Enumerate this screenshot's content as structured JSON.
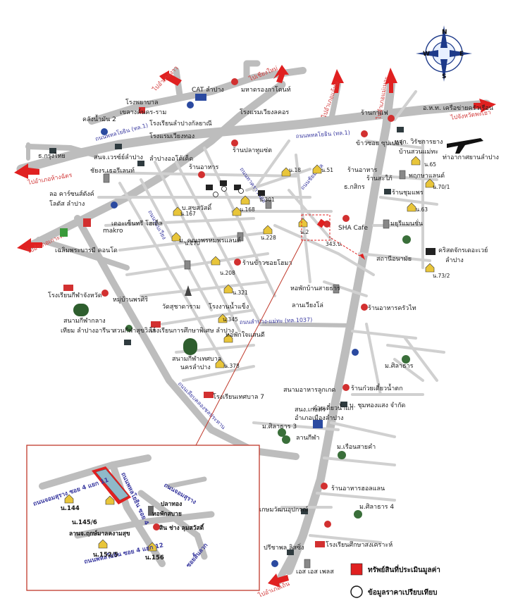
{
  "colors": {
    "road": "#bdbdbd",
    "road_minor": "#d0d0d0",
    "arrow": "#e02020",
    "subject": "#e02020",
    "inset_border": "#c0392b",
    "road_label": "#3a3aa0",
    "direction_label": "#d23a3a"
  },
  "compass": {
    "n": "N",
    "s": "S",
    "e": "E",
    "w": "W"
  },
  "directions": {
    "to_sop_prap": "ไปอำเภอสบปราบ",
    "to_thoen": "ไปอำเภอเถิน",
    "to_ngao": "ไปอำเภองาว",
    "to_chiang_mai": "ไปเชียงใหม่",
    "to_ko_kha": "ไปอำเภอเกาะคา",
    "to_hang_chat": "ไปอำเภอห้างฉัตร",
    "to_chae_hom": "ไปอำเภอแจ้ห่ม",
    "to_mae_mo": "ไปอำเภอแม่เมาะ",
    "to_phayao": "ไปจังหวัดพะเยา"
  },
  "roads": {
    "phahon_yothin": "ถนนพหลโยธิน (ทล.1)",
    "phahon_yothin_west": "ถนนพหลโยธิน (ทล.1)",
    "lampang_mae_tha": "ถนนลำปาง-แม่ทะ (ทล.1037)",
    "rob_wiang": "ถนนรอบเวียง",
    "thakhrao_noi": "ถนนทาคราวน้อย",
    "chaiyamongkol": "ถนนชัยมงคล",
    "thawaon": "ถนนท่าวังทอง",
    "phaholyothin_soi": "ถนนเลียบคลองชลประทาน"
  },
  "places": [
    {
      "id": "cat",
      "label": "CAT ลำปาง"
    },
    {
      "id": "mahamongkhon",
      "label": "มหาดรองกาโดนท์"
    },
    {
      "id": "hospital",
      "label": "โรงพยาบาล"
    },
    {
      "id": "khelang",
      "label": "เขลางค์นคร-ราม"
    },
    {
      "id": "kiengwiang",
      "label": "โรงแรมเวียงลคอร"
    },
    {
      "id": "sub_tonwit",
      "label": "โรงเรียนลำปางกัลยาณี"
    },
    {
      "id": "tank",
      "label": "คลังน้ำมัน 2"
    },
    {
      "id": "kiengpetch",
      "label": "โรงแรมเวียงทอง"
    },
    {
      "id": "thailand_post",
      "label": "ร้านปลาทูแซ่ต"
    },
    {
      "id": "kasikorn",
      "label": "ธ.กรุงไทย"
    },
    {
      "id": "prathan",
      "label": "สนจ.เวรซ์ย์ลำปาง"
    },
    {
      "id": "lampang_hotel",
      "label": "ลำปางออโต้เค็ด"
    },
    {
      "id": "chaicharoen",
      "label": "ชัยงร.เธอรีเลนท์"
    },
    {
      "id": "mall_place",
      "label": "ร้านอาหาร"
    },
    {
      "id": "lotus",
      "label": "ลอ คาร์ซนส์ตังค์"
    },
    {
      "id": "tesco",
      "label": "โลตัส ลำปาง"
    },
    {
      "id": "makro",
      "label": "makro"
    },
    {
      "id": "big_c",
      "label": "เดอะเซ็นทรี โฮเต็ล"
    },
    {
      "id": "lampang_con",
      "label": "เฉลิมพระบารมี คอนโด"
    },
    {
      "id": "school1",
      "label": "โรงเรียนกีฬาจังหวัด"
    },
    {
      "id": "lampang_uni",
      "label": "หมู่บ้านพรศิริ"
    },
    {
      "id": "stadium_a",
      "label": "สนามกีฬากลาง"
    },
    {
      "id": "stadium_b",
      "label": "เทียม ลำปางอารีนา"
    },
    {
      "id": "park",
      "label": "สวนกีฬาสุขวิลล์"
    },
    {
      "id": "wat",
      "label": "วัดสุชาดาราม"
    },
    {
      "id": "govt",
      "label": "โรงงานน้ำแข็ง"
    },
    {
      "id": "edu_office",
      "label": "โรงเรียนการศึกษาพิเศษ ลำปาง"
    },
    {
      "id": "city_hall",
      "label": "หอพักใจแสนดี"
    },
    {
      "id": "municipal",
      "label": "สนามกีฬาเทศบาล"
    },
    {
      "id": "municipal2",
      "label": "นครลำปาง"
    },
    {
      "id": "school7",
      "label": "โรงเรียนเทศบาล 7"
    },
    {
      "id": "rest_bua",
      "label": "ร้านข้าวซอยโฮมา"
    },
    {
      "id": "banchat",
      "label": "หอพักบ้านสายธาร"
    },
    {
      "id": "temple_ce",
      "label": "ลานเวียงโล่"
    },
    {
      "id": "rest_thai",
      "label": "ร้านอาหารครัวไท"
    },
    {
      "id": "hostel",
      "label": "ร้านก๋วยเตี๋ยวน้ำตก"
    },
    {
      "id": "cafe",
      "label": "SHA Cafe"
    },
    {
      "id": "lpg_sta",
      "label": "สถานีอนามัย"
    },
    {
      "id": "airport",
      "label": "ท่าอากาศยานลำปาง"
    },
    {
      "id": "lampang_m",
      "label": "ร้านกาแฟ"
    },
    {
      "id": "kor_ban",
      "label": "อ.ห.ท. เครือข่ายครัวเรือน"
    },
    {
      "id": "supercheap",
      "label": "ร้านอาหาร"
    },
    {
      "id": "shop_coop",
      "label": "ข้าวซอย ซุปเปอร์"
    },
    {
      "id": "hsong",
      "label": "หจก. วิรัชการยาง"
    },
    {
      "id": "ban_wat",
      "label": "บ้านสวนแม่ทะ"
    },
    {
      "id": "rest_sri",
      "label": "ร้านสะใภ้"
    },
    {
      "id": "villa_a",
      "label": "พฤกษาแลนด์"
    },
    {
      "id": "shop_a",
      "label": "ร้านชุมแพร"
    },
    {
      "id": "superstore",
      "label": "มยุรีแมนชั่น"
    },
    {
      "id": "shop_b",
      "label": "ธ.กสิกร"
    },
    {
      "id": "christ",
      "label": "คริสตจักรเดอะเวย์"
    },
    {
      "id": "christ2",
      "label": "ลำปาง"
    },
    {
      "id": "villa_b",
      "label": "ม.ศิลาธาร"
    },
    {
      "id": "sna_rest",
      "label": "สนามอาหารลูกเกด"
    },
    {
      "id": "kaenan",
      "label": "ก๋วยเตี๋ยวน้ำแก"
    },
    {
      "id": "ar_sub",
      "label": "สนง.เกษตร"
    },
    {
      "id": "ar_sub2",
      "label": "อำเภอเมืองลำปาง"
    },
    {
      "id": "ban_ch",
      "label": "บ. ชุมทองแสง จำกัด"
    },
    {
      "id": "villa_c",
      "label": "ม.ศิลาธาร 3"
    },
    {
      "id": "la_nai",
      "label": "ลานกีฬา"
    },
    {
      "id": "ban_sai",
      "label": "ม.เรือนสายคำ"
    },
    {
      "id": "rest_ks",
      "label": "ร้านอาหารฮอลแลน"
    },
    {
      "id": "kasem",
      "label": "เกษมวัฒนอุปกรณ์"
    },
    {
      "id": "villa_d",
      "label": "ม.ศิลาธาร 4"
    },
    {
      "id": "sipha",
      "label": "ปรีชาพล ลิสซิ่ง"
    },
    {
      "id": "school_ed",
      "label": "โรงเรียนศึกษาสงเคราะห์"
    },
    {
      "id": "lpg_gas",
      "label": "เอส เอส เพลส"
    },
    {
      "id": "baanmai",
      "label": "ม. คุณาพรหมพรแลนด์"
    },
    {
      "id": "sub_land",
      "label": "บ.สุขสวัสดิ์"
    }
  ],
  "plot_numbers": [
    "น.51",
    "น.18",
    "น.2",
    "น.167",
    "น.168",
    "น.228",
    "น.170",
    "น.208",
    "น.321",
    "น.345",
    "น.378",
    "น.144",
    "น.65",
    "น.63",
    "น.70/1",
    "น.73/2",
    "น.301"
  ],
  "subject_marker": "343.ป.",
  "inset": {
    "roads": {
      "r1": "ถนนจอมสุราง ซอย 4 แยก 11",
      "r2": "ถนนพหลโยธิน ซอย 4",
      "r3": "ถนนพหลโยธิน ซอย 4 แยก 12",
      "r4": "ถนนจอมสุราง",
      "r5": "ซอยสิ้นลวก"
    },
    "labels": {
      "p144": "น.144",
      "p145": "น.145/6",
      "plan": "ปลาทอง",
      "hostel": "หอพักสบาย",
      "condo": "ลานจ.ฤกษ์มาลคงามสุข",
      "sin": "สิน ช่าง ลุมสวัสดิ์",
      "p152": "น.152/5",
      "p156": "น.156"
    }
  },
  "legend": {
    "subject": "ทรัพย์สินที่ประเมินมูลค่า",
    "comparable": "ข้อมูลราคาเปรียบเทียบ"
  }
}
